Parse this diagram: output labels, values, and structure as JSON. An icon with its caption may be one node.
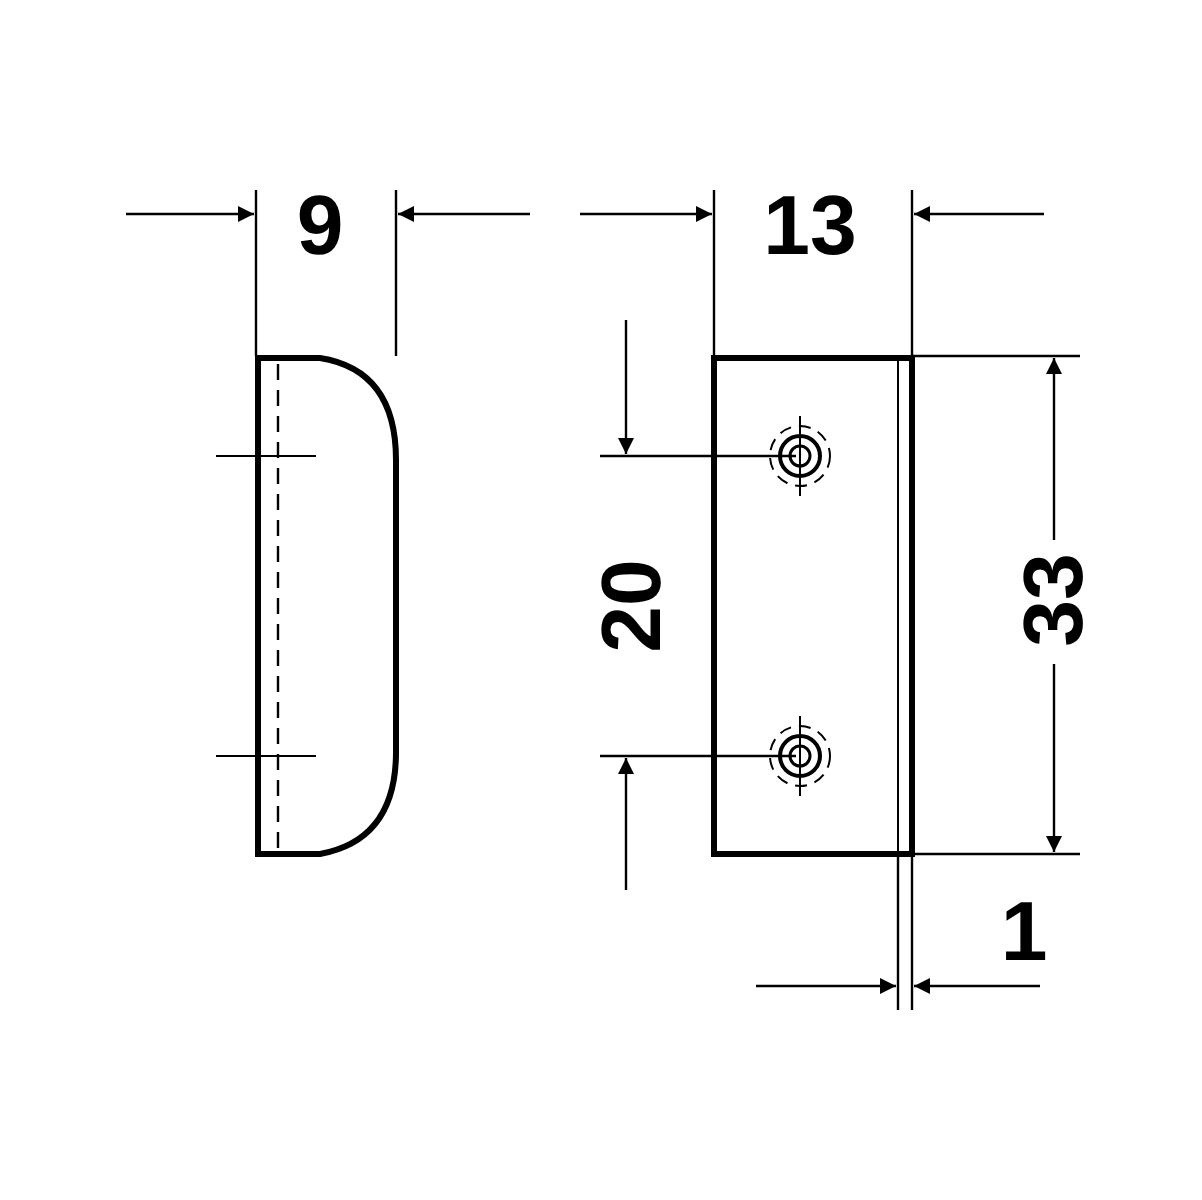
{
  "diagram": {
    "labels": [
      "9",
      "13",
      "20",
      "33",
      "1"
    ]
  }
}
